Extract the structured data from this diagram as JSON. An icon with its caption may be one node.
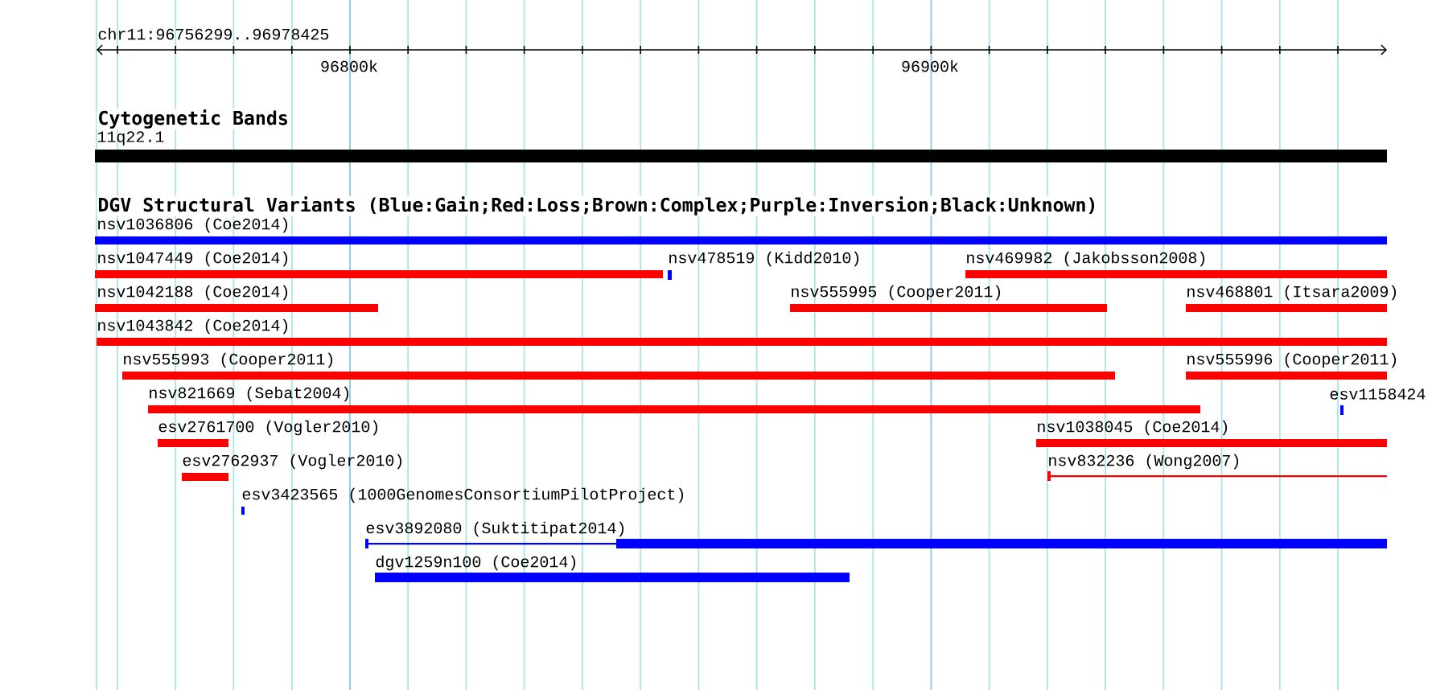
{
  "diagram": {
    "nodes": [
      {
        "text": [
          "11q22.1"
        ]
      },
      {
        "text": [
          "nsv1036806 (Coe2014)"
        ]
      },
      {
        "text": [
          "nsv1047449 (Coe2014)"
        ]
      },
      {
        "text": [
          "nsv478519 (Kidd2010)"
        ]
      },
      {
        "text": [
          "nsv469982 (Jakobsson2008)"
        ]
      },
      {
        "text": [
          "nsv1042188 (Coe2014)"
        ]
      },
      {
        "text": [
          "nsv555995 (Cooper2011)"
        ]
      },
      {
        "text": [
          "nsv468801 (Itsara2009)"
        ]
      },
      {
        "text": [
          "nsv1043842 (Coe2014)"
        ]
      },
      {
        "text": [
          "nsv555993 (Cooper2011)"
        ]
      },
      {
        "text": [
          "nsv555996 (Cooper2011)"
        ]
      },
      {
        "text": [
          "nsv821669 (Sebat2004)"
        ]
      },
      {
        "text": [
          "esv1158424"
        ]
      },
      {
        "text": [
          "esv2761700 (Vogler2010)"
        ]
      },
      {
        "text": [
          "nsv1038045 (Coe2014)"
        ]
      },
      {
        "text": [
          "esv2762937 (Vogler2010)"
        ]
      },
      {
        "text": [
          "nsv832236 (Wong2007)"
        ]
      },
      {
        "text": [
          "esv3423565 (1000GenomesConsortiumPilotProject)"
        ]
      },
      {
        "text": [
          "esv3892080 (Suktitipat2014)"
        ]
      },
      {
        "text": [
          "dgv1259n100 (Coe2014)"
        ]
      }
    ],
    "labels": [
      "chr11:96756299..96978425",
      "96800k",
      "96900k",
      "Cytogenetic Bands",
      "DGV Structural Variants (Blue:Gain;Red:Loss;Brown:Complex;Purple:Inversion;Black:Unknown)"
    ]
  }
}
